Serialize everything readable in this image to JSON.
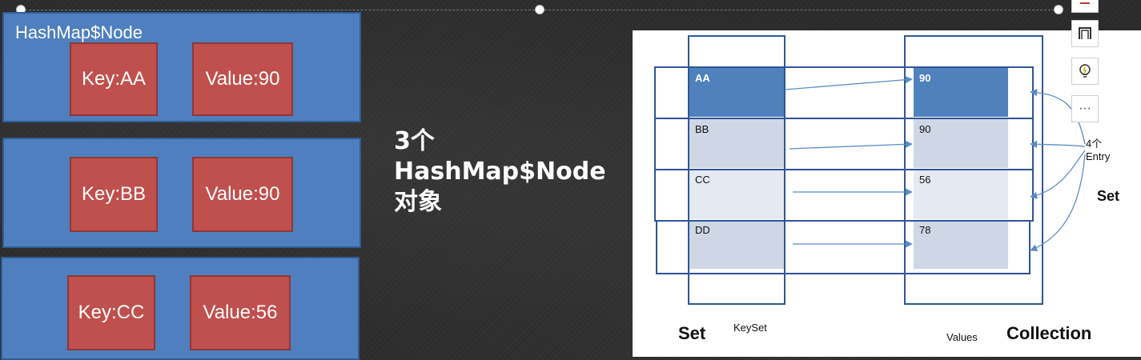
{
  "nodes": [
    {
      "title": "HashMap$Node",
      "key": "Key:AA",
      "value": "Value:90"
    },
    {
      "key": "Key:BB",
      "value": "Value:90"
    },
    {
      "key": "Key:CC",
      "value": "Value:56"
    }
  ],
  "caption": {
    "line1": "3个",
    "line2": "HashMap$Node",
    "line3": "对象"
  },
  "diagram": {
    "keys": [
      "AA",
      "BB",
      "CC",
      "DD"
    ],
    "values": [
      "90",
      "90",
      "56",
      "78"
    ],
    "set_left": "Set",
    "keyset_label": "KeySet",
    "values_label": "Values",
    "collection_label": "Collection",
    "entry_count": "4个",
    "entry_label": "Entry",
    "set_right": "Set"
  },
  "toolbar": {
    "more_label": "···"
  },
  "colors": {
    "node_blue": "#4f7fbf",
    "cell_red": "#c0504d",
    "diagram_line": "#2f5597",
    "highlight": "#4f81bd",
    "row_fill": "#cfd7e6"
  }
}
